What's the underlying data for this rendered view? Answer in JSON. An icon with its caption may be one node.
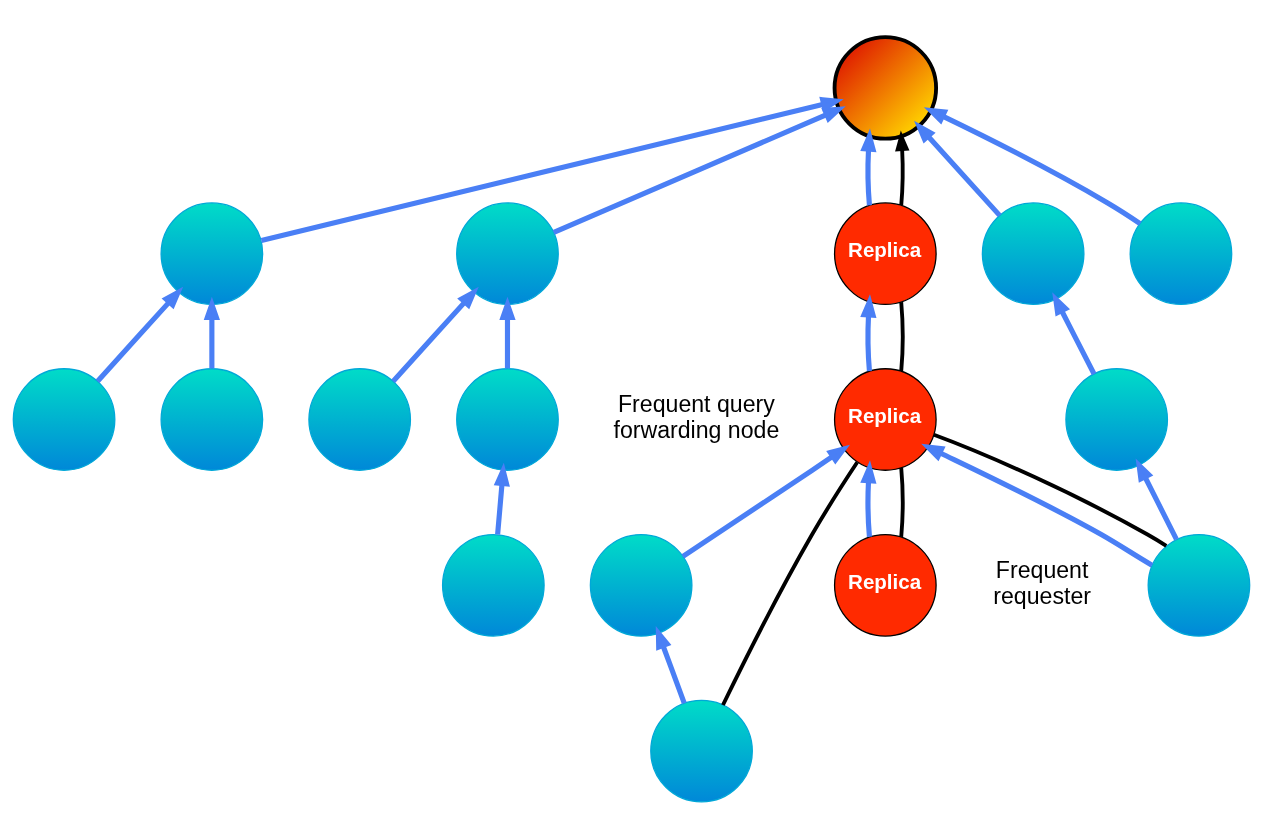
{
  "diagram": {
    "nodes": [
      {
        "text": [],
        "shape": "circle"
      },
      {
        "text": [],
        "shape": "circle"
      },
      {
        "text": [],
        "shape": "circle"
      },
      {
        "text": [],
        "shape": "circle"
      },
      {
        "text": [],
        "shape": "circle"
      },
      {
        "text": [
          "Replica"
        ]
      },
      {
        "text": [],
        "shape": "circle"
      },
      {
        "text": [],
        "shape": "circle"
      },
      {
        "text": [],
        "shape": "circle"
      },
      {
        "text": [],
        "shape": "circle"
      },
      {
        "text": [],
        "shape": "circle"
      },
      {
        "text": [],
        "shape": "circle"
      },
      {
        "text": [
          "Replica"
        ],
        "beside": [
          "Frequent query forwarding node"
        ]
      },
      {
        "text": [],
        "shape": "circle"
      },
      {
        "text": [
          "Replica"
        ],
        "beside": [
          "Frequent requester"
        ]
      },
      {
        "text": [],
        "shape": "circle"
      },
      {
        "text": [],
        "shape": "circle"
      }
    ],
    "edges": [
      {
        "from": 0,
        "to": 1,
        "arrow": "to"
      },
      {
        "from": 1,
        "to": 2,
        "arrow": "to"
      },
      {
        "from": 3,
        "to": 2,
        "arrow": "to"
      },
      {
        "from": 4,
        "to": 1,
        "arrow": "to"
      },
      {
        "from": 7,
        "to": 4,
        "arrow": "to"
      },
      {
        "from": 5,
        "to": 2,
        "arrow": "to"
      },
      {
        "from": 6,
        "to": 3,
        "arrow": "to"
      },
      {
        "from": 10,
        "to": 3,
        "arrow": "to"
      },
      {
        "from": 8,
        "to": 2,
        "arrow": "to"
      },
      {
        "from": 9,
        "to": 2,
        "arrow": "to"
      },
      {
        "from": 11,
        "to": 12,
        "arrow": "to"
      },
      {
        "from": 13,
        "to": 11,
        "arrow": "to"
      },
      {
        "from": 12,
        "to": 5,
        "arrow": "to"
      },
      {
        "from": 14,
        "to": 12,
        "arrow": "to"
      },
      {
        "from": 15,
        "to": 12,
        "arrow": "to"
      },
      {
        "from": 15,
        "to": 16,
        "arrow": "to"
      },
      {
        "from": 16,
        "to": 8,
        "arrow": "to"
      },
      {
        "from": 13,
        "to": 12,
        "arrow": "none",
        "color": "#000000"
      },
      {
        "from": 15,
        "to": 12,
        "arrow": "none",
        "color": "#000000"
      },
      {
        "from": 14,
        "to": 12,
        "arrow": "none",
        "color": "#000000"
      },
      {
        "from": 12,
        "to": 5,
        "arrow": "none",
        "color": "#000000"
      },
      {
        "from": 5,
        "to": 2,
        "arrow": "to",
        "color": "#000000"
      }
    ]
  }
}
